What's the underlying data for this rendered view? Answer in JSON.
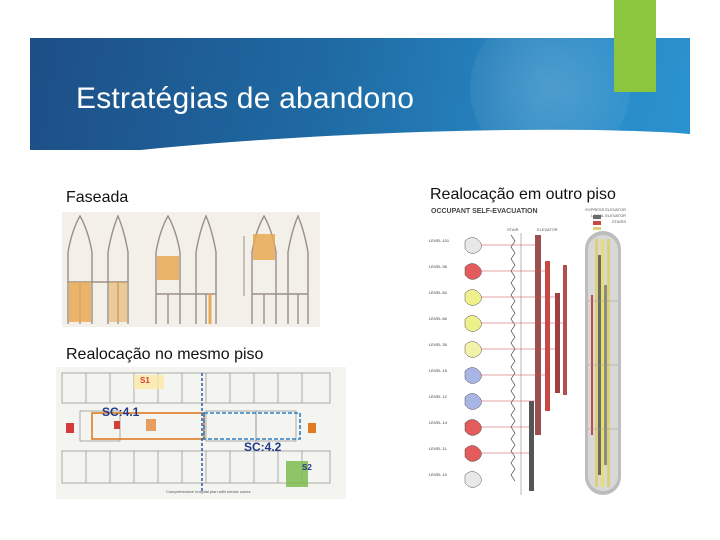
{
  "slide": {
    "title": "Estratégias de abandono",
    "labels": {
      "phased": "Faseada",
      "same_floor": "Realocação no mesmo piso",
      "other_floor": "Realocação em outro piso"
    }
  },
  "figures": {
    "floor_plan": {
      "zone_labels": [
        "S1",
        "SC:4.1",
        "SC:4.2",
        "S2"
      ],
      "caption": "Comprehensive hospital plan with smoke zones"
    },
    "tower": {
      "heading": "OCCUPANT SELF-EVACUATION",
      "legend": [
        "EXPRESS ELEVATOR",
        "LOCAL ELEVATOR",
        "STAIRS"
      ],
      "column_labels": [
        "STAIR",
        "ELEVATOR"
      ],
      "levels": [
        "LEVEL 101",
        "LEVEL 96",
        "LEVEL 84",
        "LEVEL 66",
        "LEVEL 35",
        "LEVEL 15",
        "LEVEL 12",
        "LEVEL 14",
        "LEVEL 11",
        "LEVEL 10"
      ]
    }
  },
  "colors": {
    "banner_dark": "#1d4e86",
    "banner_light": "#2a93cf",
    "accent_green": "#8cc63f",
    "title_text": "#ffffff"
  }
}
